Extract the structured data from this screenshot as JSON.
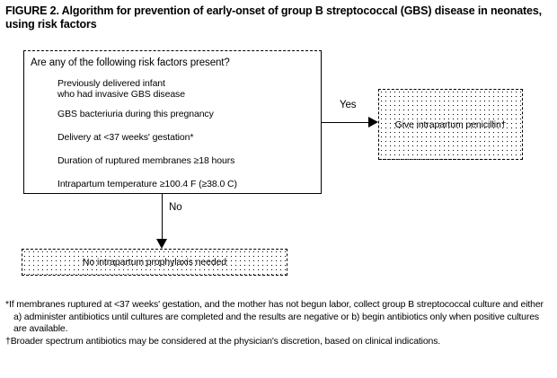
{
  "figure": {
    "title": "FIGURE 2. Algorithm for prevention of early-onset of group B streptococcal (GBS) disease in neonates, using risk factors"
  },
  "decision": {
    "question": "Are any of the following risk factors present?",
    "risk_factors": [
      "Previously delivered infant",
      "who had invasive GBS disease",
      "GBS bacteriuria during this pregnancy",
      "Delivery at <37 weeks' gestation*",
      "Duration of ruptured membranes ≥18 hours",
      "Intrapartum temperature ≥100.4 F (≥38.0 C)"
    ]
  },
  "branches": {
    "yes_label": "Yes",
    "no_label": "No"
  },
  "outcomes": {
    "yes_box": "Give intrapartum penicillin†",
    "no_box": "No intrapartum prophylaxis needed"
  },
  "footnotes": [
    {
      "marker": "*",
      "text": "If membranes ruptured at <37 weeks' gestation, and the mother has not begun labor, collect group B streptococcal culture and either a) administer antibiotics until cultures are completed and the results are negative or b) begin antibiotics only when positive cultures are available."
    },
    {
      "marker": "†",
      "text": "Broader spectrum antibiotics may be considered at the physician's discretion, based on clinical indications."
    }
  ],
  "colors": {
    "background": "#ffffff",
    "ink": "#000000"
  }
}
